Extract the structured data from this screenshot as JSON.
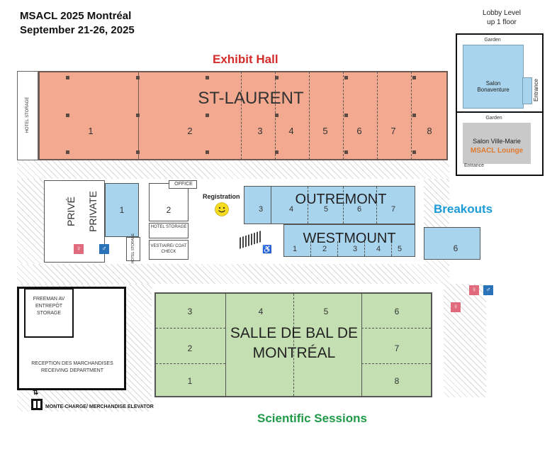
{
  "header": {
    "line1": "MSACL 2025 Montréal",
    "line2": "September 21-26, 2025"
  },
  "headings": {
    "exhibit_hall": "Exhibit Hall",
    "breakouts": "Breakouts",
    "scientific_sessions": "Scientific Sessions"
  },
  "colors": {
    "exhibit": "#f2a98f",
    "breakout": "#a9d4ee",
    "sessions": "#c4dfb2",
    "exhibit_text": "#d42b2b",
    "breakout_text": "#1a9bd7",
    "sessions_text": "#1f9a48",
    "lounge_text": "#e07a2e"
  },
  "inset": {
    "caption_line1": "Lobby Level",
    "caption_line2": "up 1 floor",
    "top_garden": "Garden",
    "salon_line1": "Salon",
    "salon_line2": "Bonaventure",
    "entrance_vertical": "Entrance",
    "bottom_garden": "Garden",
    "ville_marie": "Salon Ville-Marie",
    "lounge": "MSACL Lounge",
    "bottom_entrance": "Entrance"
  },
  "st_laurent": {
    "name": "ST-LAURENT",
    "sections": [
      "1",
      "2",
      "3",
      "4",
      "5",
      "6",
      "7",
      "8"
    ]
  },
  "hotel_storage_left": "HOTEL STORAGE",
  "prive": "PRIVÉ",
  "private": "PRIVATE",
  "room1": "1",
  "room2": "2",
  "office": "OFFICE",
  "hotel_storage_mid": "HOTEL STORAGE",
  "vestiaire": "VESTIAIRE/ COAT CHECK",
  "hotel_storage_small": "HOTEL STORAGE",
  "registration": "Registration",
  "outremont": {
    "name": "OUTREMONT",
    "sections": [
      "3",
      "4",
      "5",
      "6",
      "7"
    ]
  },
  "westmount": {
    "name": "WESTMOUNT",
    "sections": [
      "1",
      "2",
      "3",
      "4",
      "5"
    ]
  },
  "breakout6": "6",
  "freeman_lines": [
    "FREEMAN AV",
    "ENTREPÔT",
    "STORAGE"
  ],
  "reception_lines": [
    "RECEPTION DES MARCHANDISES",
    "RECEIVING DEPARTMENT"
  ],
  "elevator_label": "MONTE-CHARGE/ MERCHANDISE ELEVATOR",
  "ballroom": {
    "line1": "SALLE DE BAL DE",
    "line2": "MONTRÉAL",
    "sections": [
      "3",
      "4",
      "5",
      "6",
      "2",
      "7",
      "1",
      "8"
    ]
  }
}
